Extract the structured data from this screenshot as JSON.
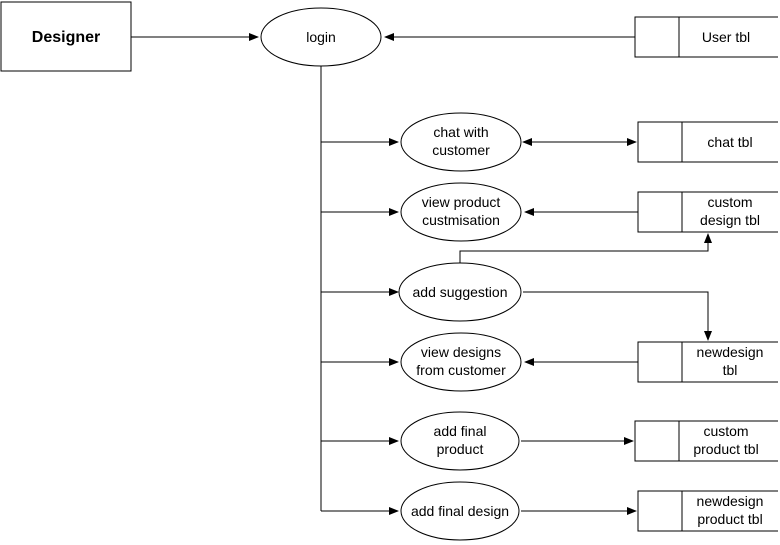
{
  "external_entity": {
    "label": "Designer"
  },
  "processes": {
    "login": {
      "lines": [
        "login"
      ]
    },
    "chat": {
      "lines": [
        "chat with",
        "customer"
      ]
    },
    "view_product": {
      "lines": [
        "view product",
        "custmisation"
      ]
    },
    "add_suggestion": {
      "lines": [
        "add suggestion"
      ]
    },
    "view_designs": {
      "lines": [
        "view designs",
        "from customer"
      ]
    },
    "add_final_product": {
      "lines": [
        "add final",
        "product"
      ]
    },
    "add_final_design": {
      "lines": [
        "add final design"
      ]
    }
  },
  "datastores": {
    "user": {
      "lines": [
        "User tbl"
      ]
    },
    "chat": {
      "lines": [
        "chat tbl"
      ]
    },
    "custom_design": {
      "lines": [
        "custom",
        "design tbl"
      ]
    },
    "newdesign": {
      "lines": [
        "newdesign",
        "tbl"
      ]
    },
    "custom_product": {
      "lines": [
        "custom",
        "product tbl"
      ]
    },
    "newdesign_product": {
      "lines": [
        "newdesign",
        "product tbl"
      ]
    }
  }
}
